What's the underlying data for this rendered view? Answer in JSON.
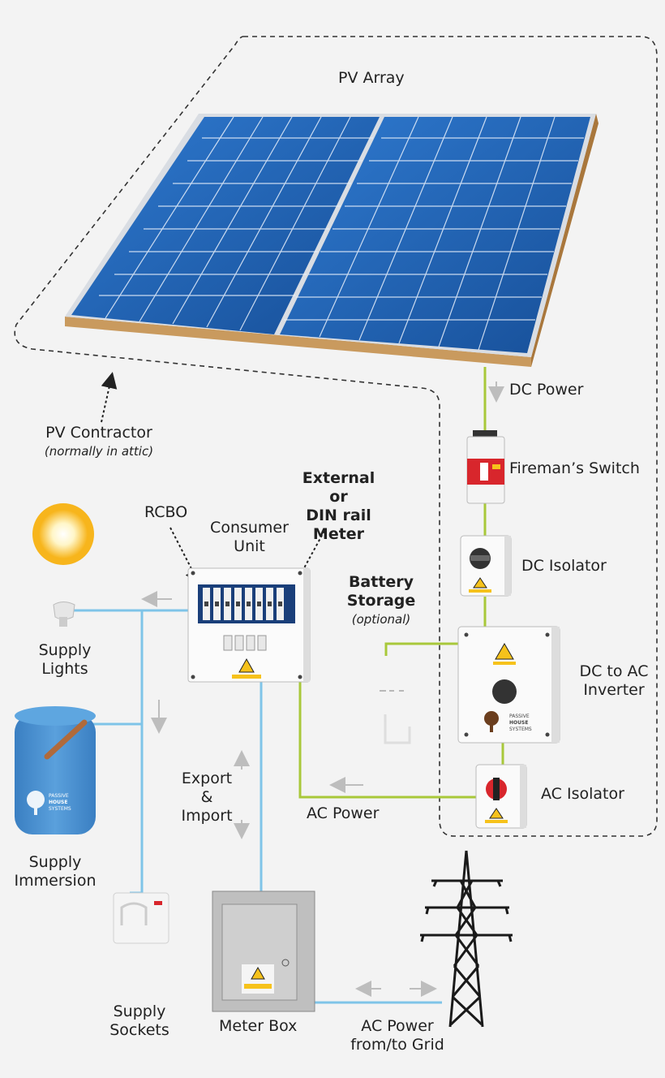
{
  "labels": {
    "pv_array": "PV Array",
    "dc_power": "DC Power",
    "firemans_switch": "Fireman’s Switch",
    "pv_contractor": "PV Contractor",
    "pv_contractor_note": "(normally in attic)",
    "dc_isolator": "DC Isolator",
    "rcbo": "RCBO",
    "consumer_unit": [
      "Consumer",
      "Unit"
    ],
    "external_meter": [
      "External",
      "or",
      "DIN rail",
      "Meter"
    ],
    "battery_storage": [
      "Battery",
      "Storage"
    ],
    "battery_optional": "(optional)",
    "dc_to_ac_inverter": [
      "DC to AC",
      "Inverter"
    ],
    "ac_isolator": "AC Isolator",
    "ac_power": "AC Power",
    "export_import": [
      "Export",
      "&",
      "Import"
    ],
    "supply_lights": [
      "Supply",
      "Lights"
    ],
    "supply_immersion": [
      "Supply",
      "Immersion"
    ],
    "supply_sockets": [
      "Supply",
      "Sockets"
    ],
    "meter_box": "Meter Box",
    "grid": [
      "AC Power",
      "from/to Grid"
    ],
    "brand_line1": "PASSIVE",
    "brand_line2": "HOUSE",
    "brand_line3": "SYSTEMS"
  },
  "colors": {
    "dc_wire": "#a8c83a",
    "ac_wire": "#7fc4e8",
    "panel_blue": "#1d5fae",
    "warning_yellow": "#f6c21b",
    "isolator_red": "#d8262c",
    "tank_blue": "#4a90d0"
  },
  "icons": [
    "solar-panel-icon",
    "bulb-icon",
    "tank-icon",
    "socket-icon",
    "pylon-icon",
    "warning-icon"
  ]
}
